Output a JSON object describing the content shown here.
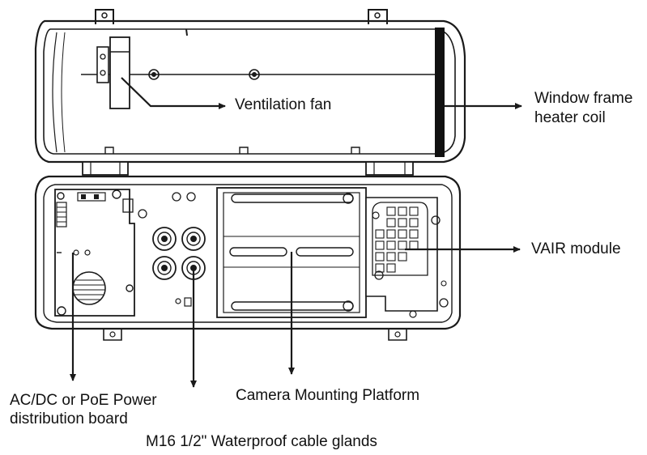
{
  "labels": {
    "ventilation_fan": "Ventilation fan",
    "window_frame_heater_line1": "Window frame",
    "window_frame_heater_line2": "heater coil",
    "vair_module": "VAIR module",
    "power_board_line1": "AC/DC or PoE Power",
    "power_board_line2": "distribution board",
    "camera_platform": "Camera Mounting Platform",
    "cable_glands": "M16 1/2\" Waterproof cable glands"
  },
  "colors": {
    "line": "#1a1a1a",
    "background": "#ffffff",
    "shade": "#d9d9d9"
  }
}
